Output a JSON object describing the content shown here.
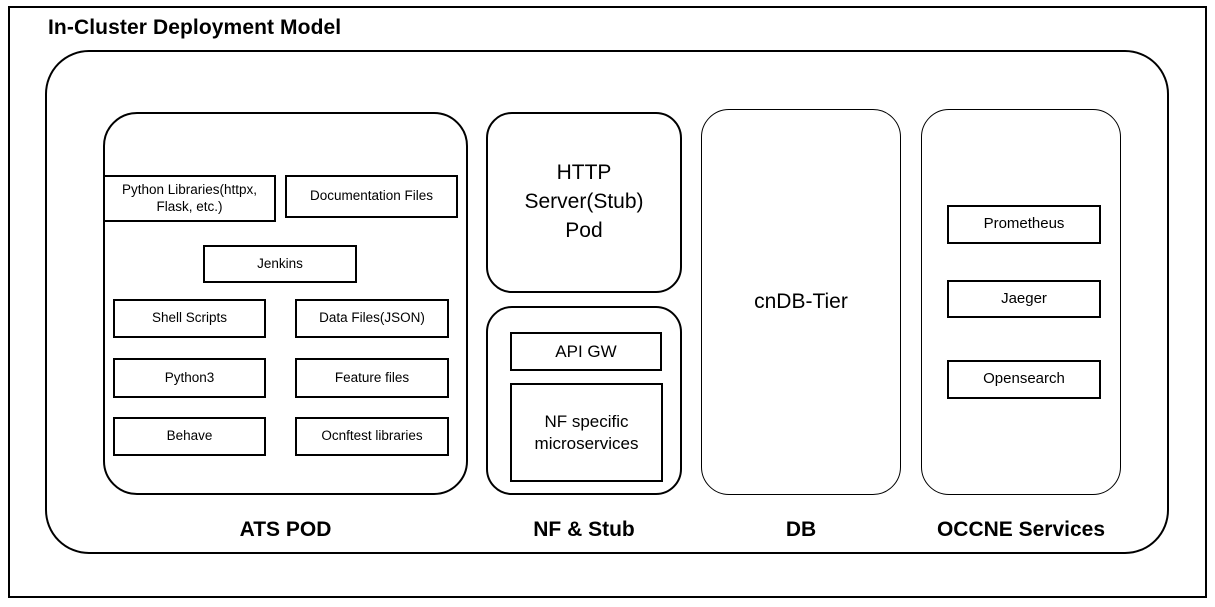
{
  "title": "In-Cluster Deployment Model",
  "columns": {
    "ats": {
      "caption": "ATS POD",
      "items": [
        {
          "label": "Python Libraries(httpx, Flask, etc.)"
        },
        {
          "label": "Documentation Files"
        },
        {
          "label": "Jenkins"
        },
        {
          "label": "Shell Scripts"
        },
        {
          "label": "Data Files(JSON)"
        },
        {
          "label": "Python3"
        },
        {
          "label": "Feature files"
        },
        {
          "label": "Behave"
        },
        {
          "label": "Ocnftest libraries"
        }
      ]
    },
    "nf": {
      "caption": "NF & Stub",
      "pod_label": "HTTP\nServer(Stub)\nPod",
      "items": [
        {
          "label": "API GW"
        },
        {
          "label": "NF specific microservices"
        }
      ]
    },
    "db": {
      "caption": "DB",
      "label": "cnDB-Tier"
    },
    "occne": {
      "caption": "OCCNE Services",
      "items": [
        {
          "label": "Prometheus"
        },
        {
          "label": "Jaeger"
        },
        {
          "label": "Opensearch"
        }
      ]
    }
  },
  "colors": {
    "stroke": "#000000",
    "background": "#ffffff",
    "text": "#000000"
  }
}
